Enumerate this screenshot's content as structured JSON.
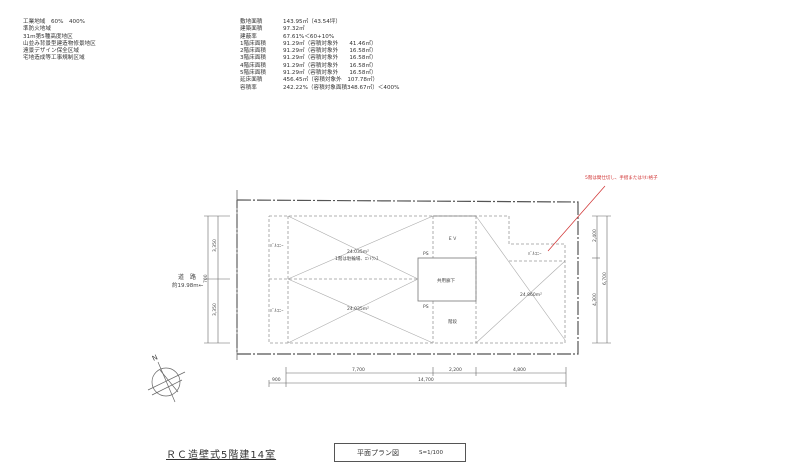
{
  "zoning": [
    "工業地域　60%　400%",
    "準防火地域",
    "31m第5種高度地区",
    "山並み背景型建造物修景地区",
    "遠景デザイン保全区域",
    "宅地造成等工事規制区域"
  ],
  "areas": [
    {
      "k": "敷地面積",
      "v": "143.95㎡（43.54坪）"
    },
    {
      "k": "建築面積",
      "v": "97.32㎡"
    },
    {
      "k": "建蔽率",
      "v": "67.61%＜60+10%"
    },
    {
      "k": "1階床面積",
      "v": "91.29㎡（容積対象外　　41.46㎡）"
    },
    {
      "k": "2階床面積",
      "v": "91.29㎡（容積対象外　　16.58㎡）"
    },
    {
      "k": "3階床面積",
      "v": "91.29㎡（容積対象外　　16.58㎡）"
    },
    {
      "k": "4階床面積",
      "v": "91.29㎡（容積対象外　　16.58㎡）"
    },
    {
      "k": "5階床面積",
      "v": "91.29㎡（容積対象外　　16.58㎡）"
    },
    {
      "k": "延床面積",
      "v": "456.45㎡（容積対象外　107.78㎡）"
    },
    {
      "k": "容積率",
      "v": "242.22%（容積対象面積348.67㎡）＜400%"
    }
  ],
  "plan": {
    "balcony": "ﾊﾞﾙｺﾆｰ",
    "unit_area_left": "24.035m²",
    "unit_note": "1階は駐輪場、ｴﾝﾄﾗﾝｽ",
    "unit_area_right": "24.860m²",
    "ev": "ＥＶ",
    "ps": "PS",
    "corridor": "共用廊下",
    "stairs": "階段",
    "annotation": "5階は間仕切し、手摺またはﾘﾀﾝ格子",
    "road": "道　路",
    "road_width": "約19.98m←"
  },
  "dims": {
    "left": [
      "3,350",
      "700",
      "3,350"
    ],
    "right": [
      "2,400",
      "4,300",
      "6,700"
    ],
    "bottom": [
      "7,700",
      "2,200",
      "4,800"
    ],
    "bottom2": [
      "900",
      "14,700"
    ]
  },
  "north": "N",
  "title": "ＲＣ造壁式5階建14室",
  "plan_title": "平面プラン図",
  "scale": "S=1/100",
  "colors": {
    "annotation": "#d03030",
    "line": "#888888"
  }
}
